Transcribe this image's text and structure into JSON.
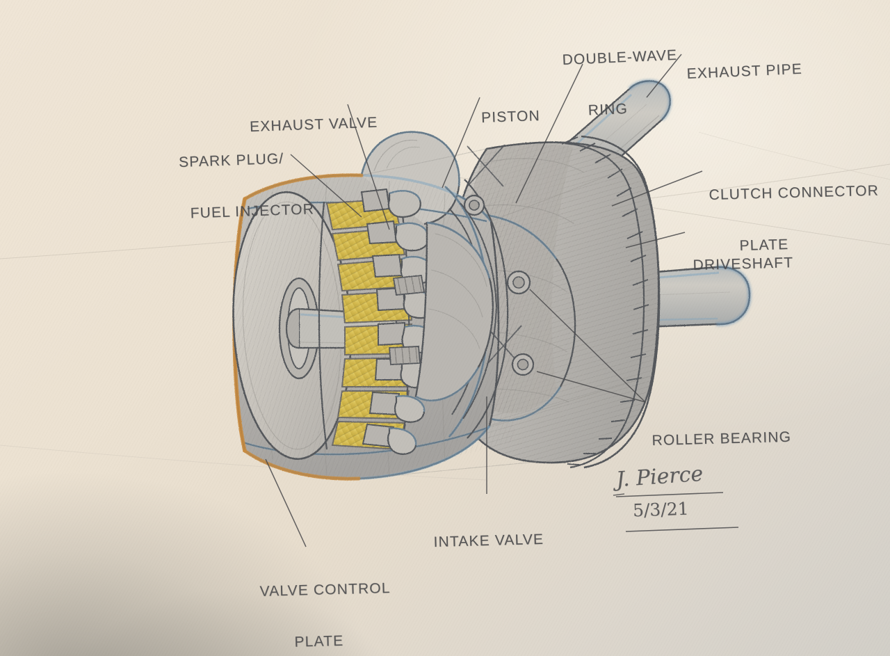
{
  "sketch": {
    "title": "Rotary combustion engine cutaway sketch",
    "medium": "graphite and colored pencil on paper",
    "paper_color": "#ece2d2",
    "ink_color": "#4a4a4c",
    "accent_colors": {
      "blue_pencil": "#7fa8c4",
      "gold_chamber": "#d8bf55",
      "orange_rim": "#c98b3e",
      "graphite": "#5c5c5e"
    }
  },
  "labels": [
    {
      "id": "spark-plug-fuel-injector",
      "line1": "SPARK PLUG/",
      "line2": "FUEL INJECTOR"
    },
    {
      "id": "exhaust-valve",
      "line1": "EXHAUST VALVE",
      "line2": ""
    },
    {
      "id": "piston",
      "line1": "PISTON",
      "line2": ""
    },
    {
      "id": "double-wave-ring",
      "line1": "DOUBLE-WAVE",
      "line2": "RING"
    },
    {
      "id": "exhaust-pipe",
      "line1": "EXHAUST PIPE",
      "line2": ""
    },
    {
      "id": "clutch-connector-plate",
      "line1": "CLUTCH CONNECTOR",
      "line2": "PLATE"
    },
    {
      "id": "driveshaft",
      "line1": "DRIVESHAFT",
      "line2": ""
    },
    {
      "id": "roller-bearing",
      "line1": "ROLLER BEARING",
      "line2": ""
    },
    {
      "id": "intake-valve",
      "line1": "INTAKE VALVE",
      "line2": ""
    },
    {
      "id": "valve-control-plate",
      "line1": "VALVE CONTROL",
      "line2": "PLATE"
    }
  ],
  "signature": {
    "name": "J. Pierce",
    "date": "5/3/21"
  }
}
